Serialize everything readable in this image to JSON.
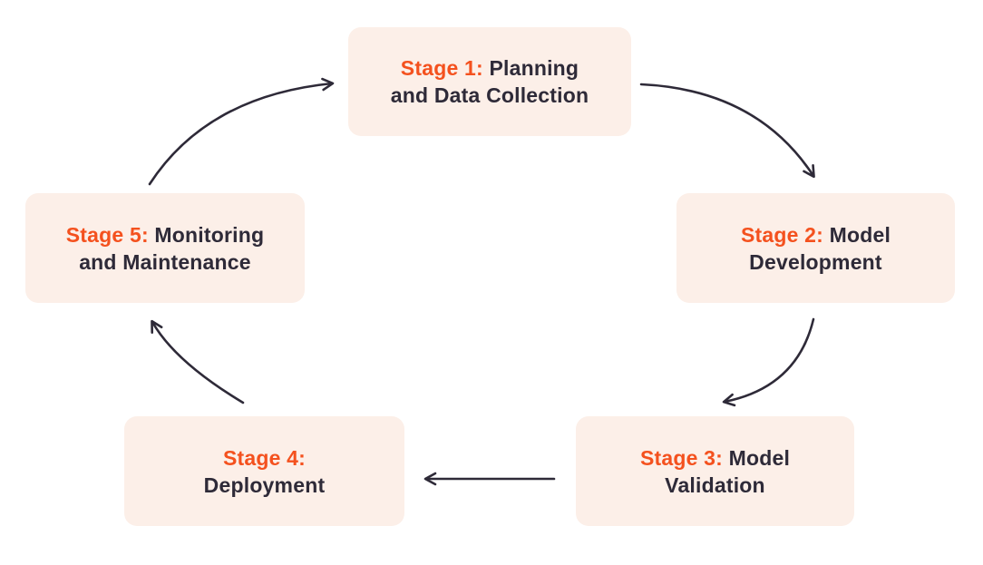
{
  "diagram": {
    "type": "cycle",
    "title": "",
    "stages": [
      {
        "id": 1,
        "prefix": "Stage 1:",
        "title": " Planning\nand Data Collection"
      },
      {
        "id": 2,
        "prefix": "Stage 2:",
        "title": " Model\nDevelopment"
      },
      {
        "id": 3,
        "prefix": "Stage 3:",
        "title": " Model\nValidation"
      },
      {
        "id": 4,
        "prefix": "Stage 4:",
        "title": "\nDeployment"
      },
      {
        "id": 5,
        "prefix": "Stage 5:",
        "title": " Monitoring\nand Maintenance"
      }
    ],
    "flow": [
      {
        "from": "Stage 1",
        "to": "Stage 2"
      },
      {
        "from": "Stage 2",
        "to": "Stage 3"
      },
      {
        "from": "Stage 3",
        "to": "Stage 4"
      },
      {
        "from": "Stage 4",
        "to": "Stage 5"
      },
      {
        "from": "Stage 5",
        "to": "Stage 1"
      }
    ],
    "colors": {
      "stage_prefix": "#F4511E",
      "stage_title": "#2E2A38",
      "box_bg": "#FCEFE8",
      "arrow": "#2E2A38",
      "page_bg": "#FFFFFF"
    }
  }
}
